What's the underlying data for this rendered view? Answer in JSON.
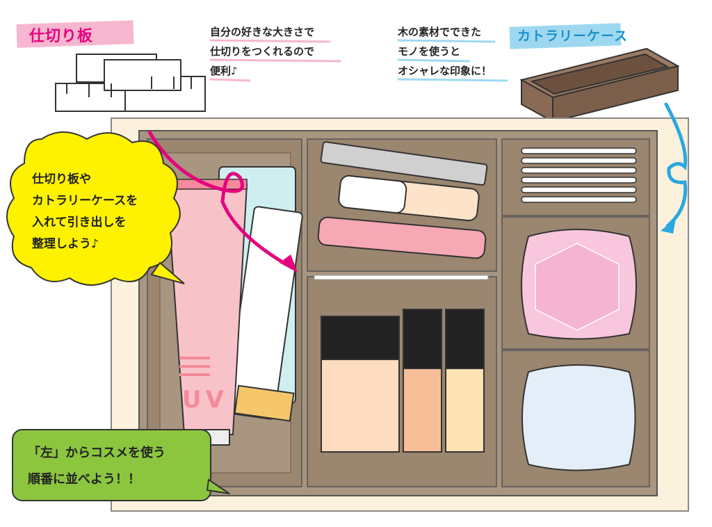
{
  "labels": {
    "partition": "仕切り板",
    "cutlery_case": "カトラリーケース"
  },
  "notes": {
    "partition_note": [
      "自分の好きな大きさで",
      "仕切りをつくれるので",
      "便利♪"
    ],
    "wood_note": [
      "木の素材でできた",
      "モノを使うと",
      "オシャレな印象に！"
    ]
  },
  "bubble": {
    "lines": [
      "仕切り板や",
      "カトラリーケースを",
      "入れて引き出しを",
      "整理しよう♪"
    ]
  },
  "green_box": {
    "lines": [
      "「左」からコスメを使う",
      "順番に並べよう！！"
    ]
  },
  "tube_label": "UV",
  "colors": {
    "pink_highlight": "#f7b6cf",
    "blue_highlight": "#9ed8f0",
    "drawer_outer": "#fbf1dc",
    "drawer_wood": "#9b8670",
    "drawer_inner": "#a89680",
    "wood_case": "#8a6a55",
    "yellow_bubble": "#fff200",
    "green_box": "#8cc63f",
    "arrow_pink": "#e6007e",
    "arrow_blue": "#29a8e0"
  }
}
